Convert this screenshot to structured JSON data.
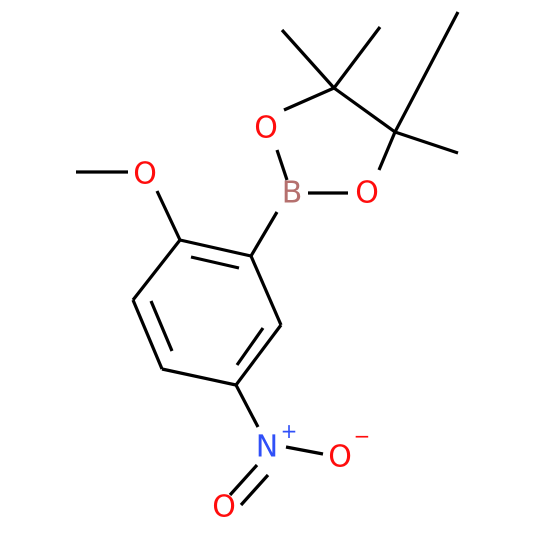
{
  "colors": {
    "bond": "#000000",
    "oxygen": "#ff0d0d",
    "nitrogen": "#3050f8",
    "boron": "#b5706e",
    "background": "#ffffff"
  },
  "atoms": {
    "o_methoxy": {
      "symbol": "O",
      "element": "oxygen"
    },
    "o_ring_top": {
      "symbol": "O",
      "element": "oxygen"
    },
    "o_ring_bottom": {
      "symbol": "O",
      "element": "oxygen"
    },
    "boron": {
      "symbol": "B",
      "element": "boron"
    },
    "nitrogen": {
      "symbol": "N",
      "element": "nitrogen"
    },
    "o_nitro_right": {
      "symbol": "O",
      "element": "oxygen"
    },
    "o_nitro_bottom": {
      "symbol": "O",
      "element": "oxygen"
    }
  },
  "charges": {
    "nitrogen": "+",
    "o_nitro_right": "−"
  }
}
